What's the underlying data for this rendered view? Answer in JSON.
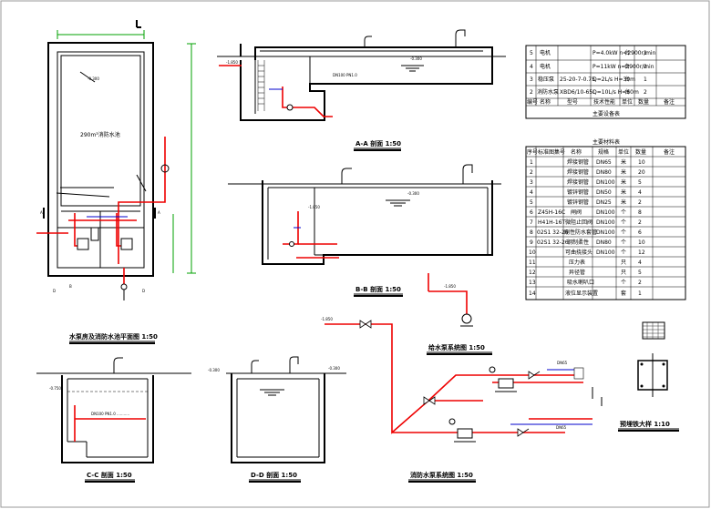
{
  "titles": {
    "plan": "水泵房及消防水池平面图 1:50",
    "section_aa": "A-A 剖面 1:50",
    "section_bb": "B-B 剖面 1:50",
    "section_cc": "C-C 剖面 1:50",
    "section_dd": "D-D 剖面 1:50",
    "supply_sys": "给水泵系统图 1:50",
    "fire_sys": "消防水泵系统图 1:50",
    "detail": "预埋铁大样 1:10"
  },
  "plan_labels": {
    "pool_capacity": "290m³消防水池",
    "level_mark": "-0.300"
  },
  "equipment_table": {
    "title": "主要设备表",
    "headers": [
      "编号",
      "名称",
      "型号",
      "技术性能",
      "单位",
      "数量",
      "备注"
    ],
    "rows": [
      {
        "no": "5",
        "name": "电机",
        "model": "",
        "spec": "P=4.0kW n=2900r/min",
        "unit": "台",
        "qty": "1"
      },
      {
        "no": "4",
        "name": "电机",
        "model": "",
        "spec": "P=11kW n=2900r/min",
        "unit": "台",
        "qty": "2"
      },
      {
        "no": "3",
        "name": "稳压泵",
        "model": "25-20-7-0.75",
        "spec": "Q=2L/s H=30m",
        "unit": "台",
        "qty": "1"
      },
      {
        "no": "2",
        "name": "消防水泵",
        "model": "XBD6/10-65L",
        "spec": "Q=10L/s H=60m",
        "unit": "台",
        "qty": "2"
      }
    ]
  },
  "material_table": {
    "title": "主要材料表",
    "headers": [
      "序号",
      "标准图集号",
      "名称",
      "规格",
      "单位",
      "数量",
      "备注"
    ],
    "rows": [
      {
        "no": "1",
        "std": "",
        "name": "焊接钢管",
        "size": "DN65",
        "unit": "米",
        "qty": "10"
      },
      {
        "no": "2",
        "std": "",
        "name": "焊接钢管",
        "size": "DN80",
        "unit": "米",
        "qty": "20"
      },
      {
        "no": "3",
        "std": "",
        "name": "焊接钢管",
        "size": "DN100",
        "unit": "米",
        "qty": "5"
      },
      {
        "no": "4",
        "std": "",
        "name": "镀锌钢管",
        "size": "DN50",
        "unit": "米",
        "qty": "4"
      },
      {
        "no": "5",
        "std": "",
        "name": "镀锌钢管",
        "size": "DN25",
        "unit": "米",
        "qty": "2"
      },
      {
        "no": "6",
        "std": "Z45H-16C",
        "name": "闸阀",
        "size": "DN100",
        "unit": "个",
        "qty": "8"
      },
      {
        "no": "7",
        "std": "H41H-16T",
        "name": "微阻止回阀",
        "size": "DN100",
        "unit": "个",
        "qty": "2"
      },
      {
        "no": "8",
        "std": "02S1 32-26",
        "name": "刚性防水套管",
        "size": "DN100",
        "unit": "个",
        "qty": "6"
      },
      {
        "no": "9",
        "std": "02S1 32-26",
        "name": "钢制柔性",
        "size": "DN80",
        "unit": "个",
        "qty": "10"
      },
      {
        "no": "10",
        "std": "",
        "name": "可曲挠接头",
        "size": "DN100",
        "unit": "个",
        "qty": "12"
      },
      {
        "no": "11",
        "std": "",
        "name": "压力表",
        "size": "",
        "unit": "只",
        "qty": "4"
      },
      {
        "no": "12",
        "std": "",
        "name": "异径管",
        "size": "",
        "unit": "只",
        "qty": "5"
      },
      {
        "no": "13",
        "std": "",
        "name": "吸水喇叭口",
        "size": "",
        "unit": "个",
        "qty": "2"
      },
      {
        "no": "14",
        "std": "",
        "name": "液位显示装置",
        "size": "",
        "unit": "套",
        "qty": "1"
      }
    ]
  }
}
